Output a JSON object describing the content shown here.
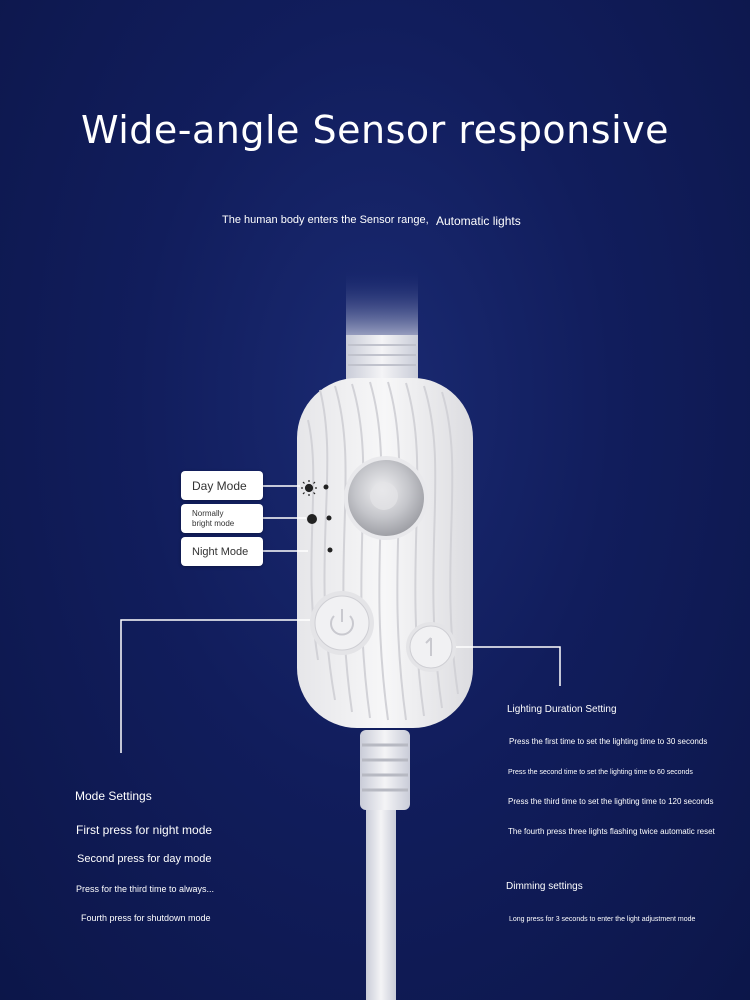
{
  "header": {
    "title": "Wide-angle Sensor responsive",
    "subtitle_left": "The human body enters the Sensor range,",
    "subtitle_right": "Automatic lights"
  },
  "mode_labels": {
    "day": "Day Mode",
    "bright_line1": "Normally",
    "bright_line2": "bright mode",
    "night": "Night Mode"
  },
  "mode_settings": {
    "title": "Mode Settings",
    "items": [
      "First press for night mode",
      "Second press for day mode",
      "Press for the third time to always...",
      "Fourth press for shutdown mode"
    ]
  },
  "lighting_duration": {
    "title": "Lighting Duration Setting",
    "items": [
      "Press the first time to set the lighting time to 30 seconds",
      "Press the second time to set the lighting time to 60 seconds",
      "Press the third time to set the lighting time to 120 seconds",
      "The fourth press three lights flashing twice automatic reset"
    ]
  },
  "dimming": {
    "title": "Dimming settings",
    "items": [
      "Long press for 3 seconds to enter the light adjustment mode"
    ]
  },
  "icons": {
    "sun": "sun-icon",
    "bright": "full-circle-icon",
    "moon": "moon-icon",
    "power": "power-icon",
    "timer": "timer-icon"
  },
  "colors": {
    "background": "#111d5c",
    "device": "#f2f2f2",
    "text": "#ffffff"
  }
}
